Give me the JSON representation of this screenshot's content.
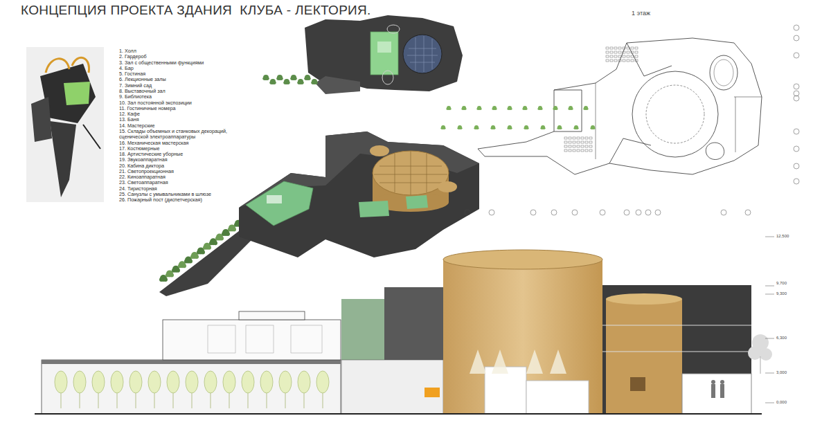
{
  "diagram": {
    "title": "КОНЦЕПЦИЯ ПРОЕКТА ЗДАНИЯ  КЛУБА - ЛЕКТОРИЯ.",
    "labels": [
      "1. Холл",
      "2. Гардероб",
      "3. Зал с общественными функциями",
      "4. Бар",
      "5. Гостиная",
      "6. Лекционные залы",
      "7. Зимний сад",
      "8. Выставочный зал",
      "9. Библиотека",
      "10. Зал постоянной экспозиции",
      "11. Гостиничные номера",
      "12. Кафе",
      "13. Баня",
      "14. Мастерские",
      "15. Склады объемных и станковых декораций, сценической электроаппаратуры",
      "16. Механическая мастерская",
      "17. Костюмерные",
      "18. Артистические уборные",
      "19. Звукоаппаратная",
      "20. Кабина диктора",
      "21. Светопроекционная",
      "22. Киноаппаратная",
      "23. Светоаппаратная",
      "24. Тиристорная",
      "25. Санузлы с умывальниками в шлюзе",
      "26. Пожарный пост (диспетчерская)",
      "1 этаж",
      "12,500",
      "9,700",
      "9,300",
      "6,300",
      "3,000",
      "0,000"
    ]
  }
}
